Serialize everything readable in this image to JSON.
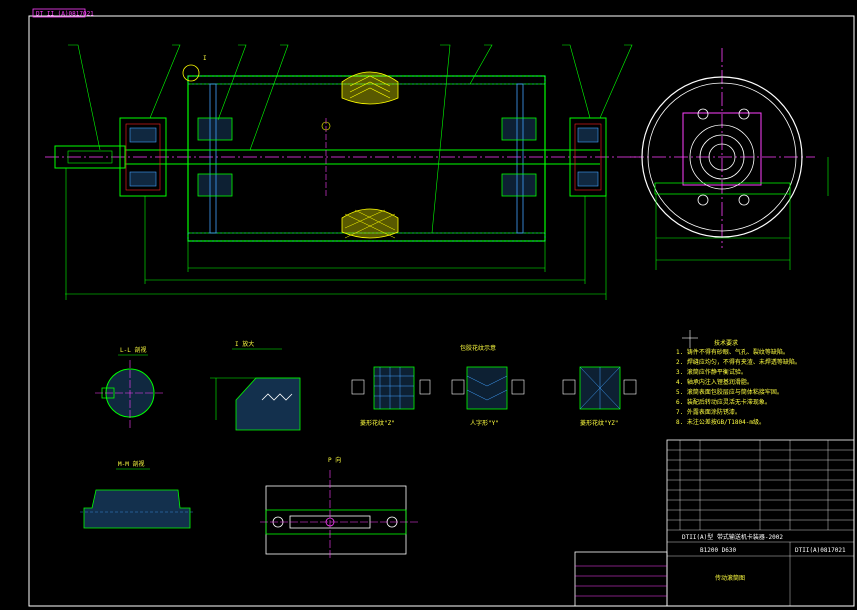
{
  "drawing": {
    "corner_tag": "DT II (A)0817021",
    "title_block_line1": "DTII(A)型  带式输送机卡装器-2002",
    "title_block_code_left": "B1200 D630",
    "title_block_code_right": "DTII(A)0817021",
    "title_block_bottom_text": "传动滚筒图",
    "tech_req_title": "技术要求",
    "tech_req_lines": [
      "1. 铸件不得有砂眼、气孔、裂纹等缺陷。",
      "2. 焊缝应均匀，不得有夹渣、未焊透等缺陷。",
      "3. 滚筒应作静平衡试验。",
      "4. 轴承内注入锂基润滑脂。",
      "5. 滚筒表面包胶层应与筒体粘接牢固。",
      "6. 装配后转动应灵活无卡滞现象。",
      "7. 外露表面涂防锈漆。",
      "8. 未注公差按GB/T1804-m级。"
    ],
    "section_labels": {
      "section_ll": "L-L 剖视",
      "section_detail": "I 放大",
      "section_pattern": "包胶花纹示意",
      "section_mm": "M-M 剖视",
      "section_pp": "P 向"
    },
    "caption_pattern_1": "菱形花纹\"Z\"",
    "caption_pattern_2": "人字形\"Y\"",
    "caption_pattern_3": "菱形花纹\"YZ\"",
    "callout_I": "I"
  },
  "colors": {
    "frame": "#ffffff",
    "outline": "#00ff00",
    "center": "#ff40ff",
    "detail": "#40a0ff",
    "text": "#ffff40",
    "yellow": "#ffff00",
    "red": "#ff2020"
  }
}
